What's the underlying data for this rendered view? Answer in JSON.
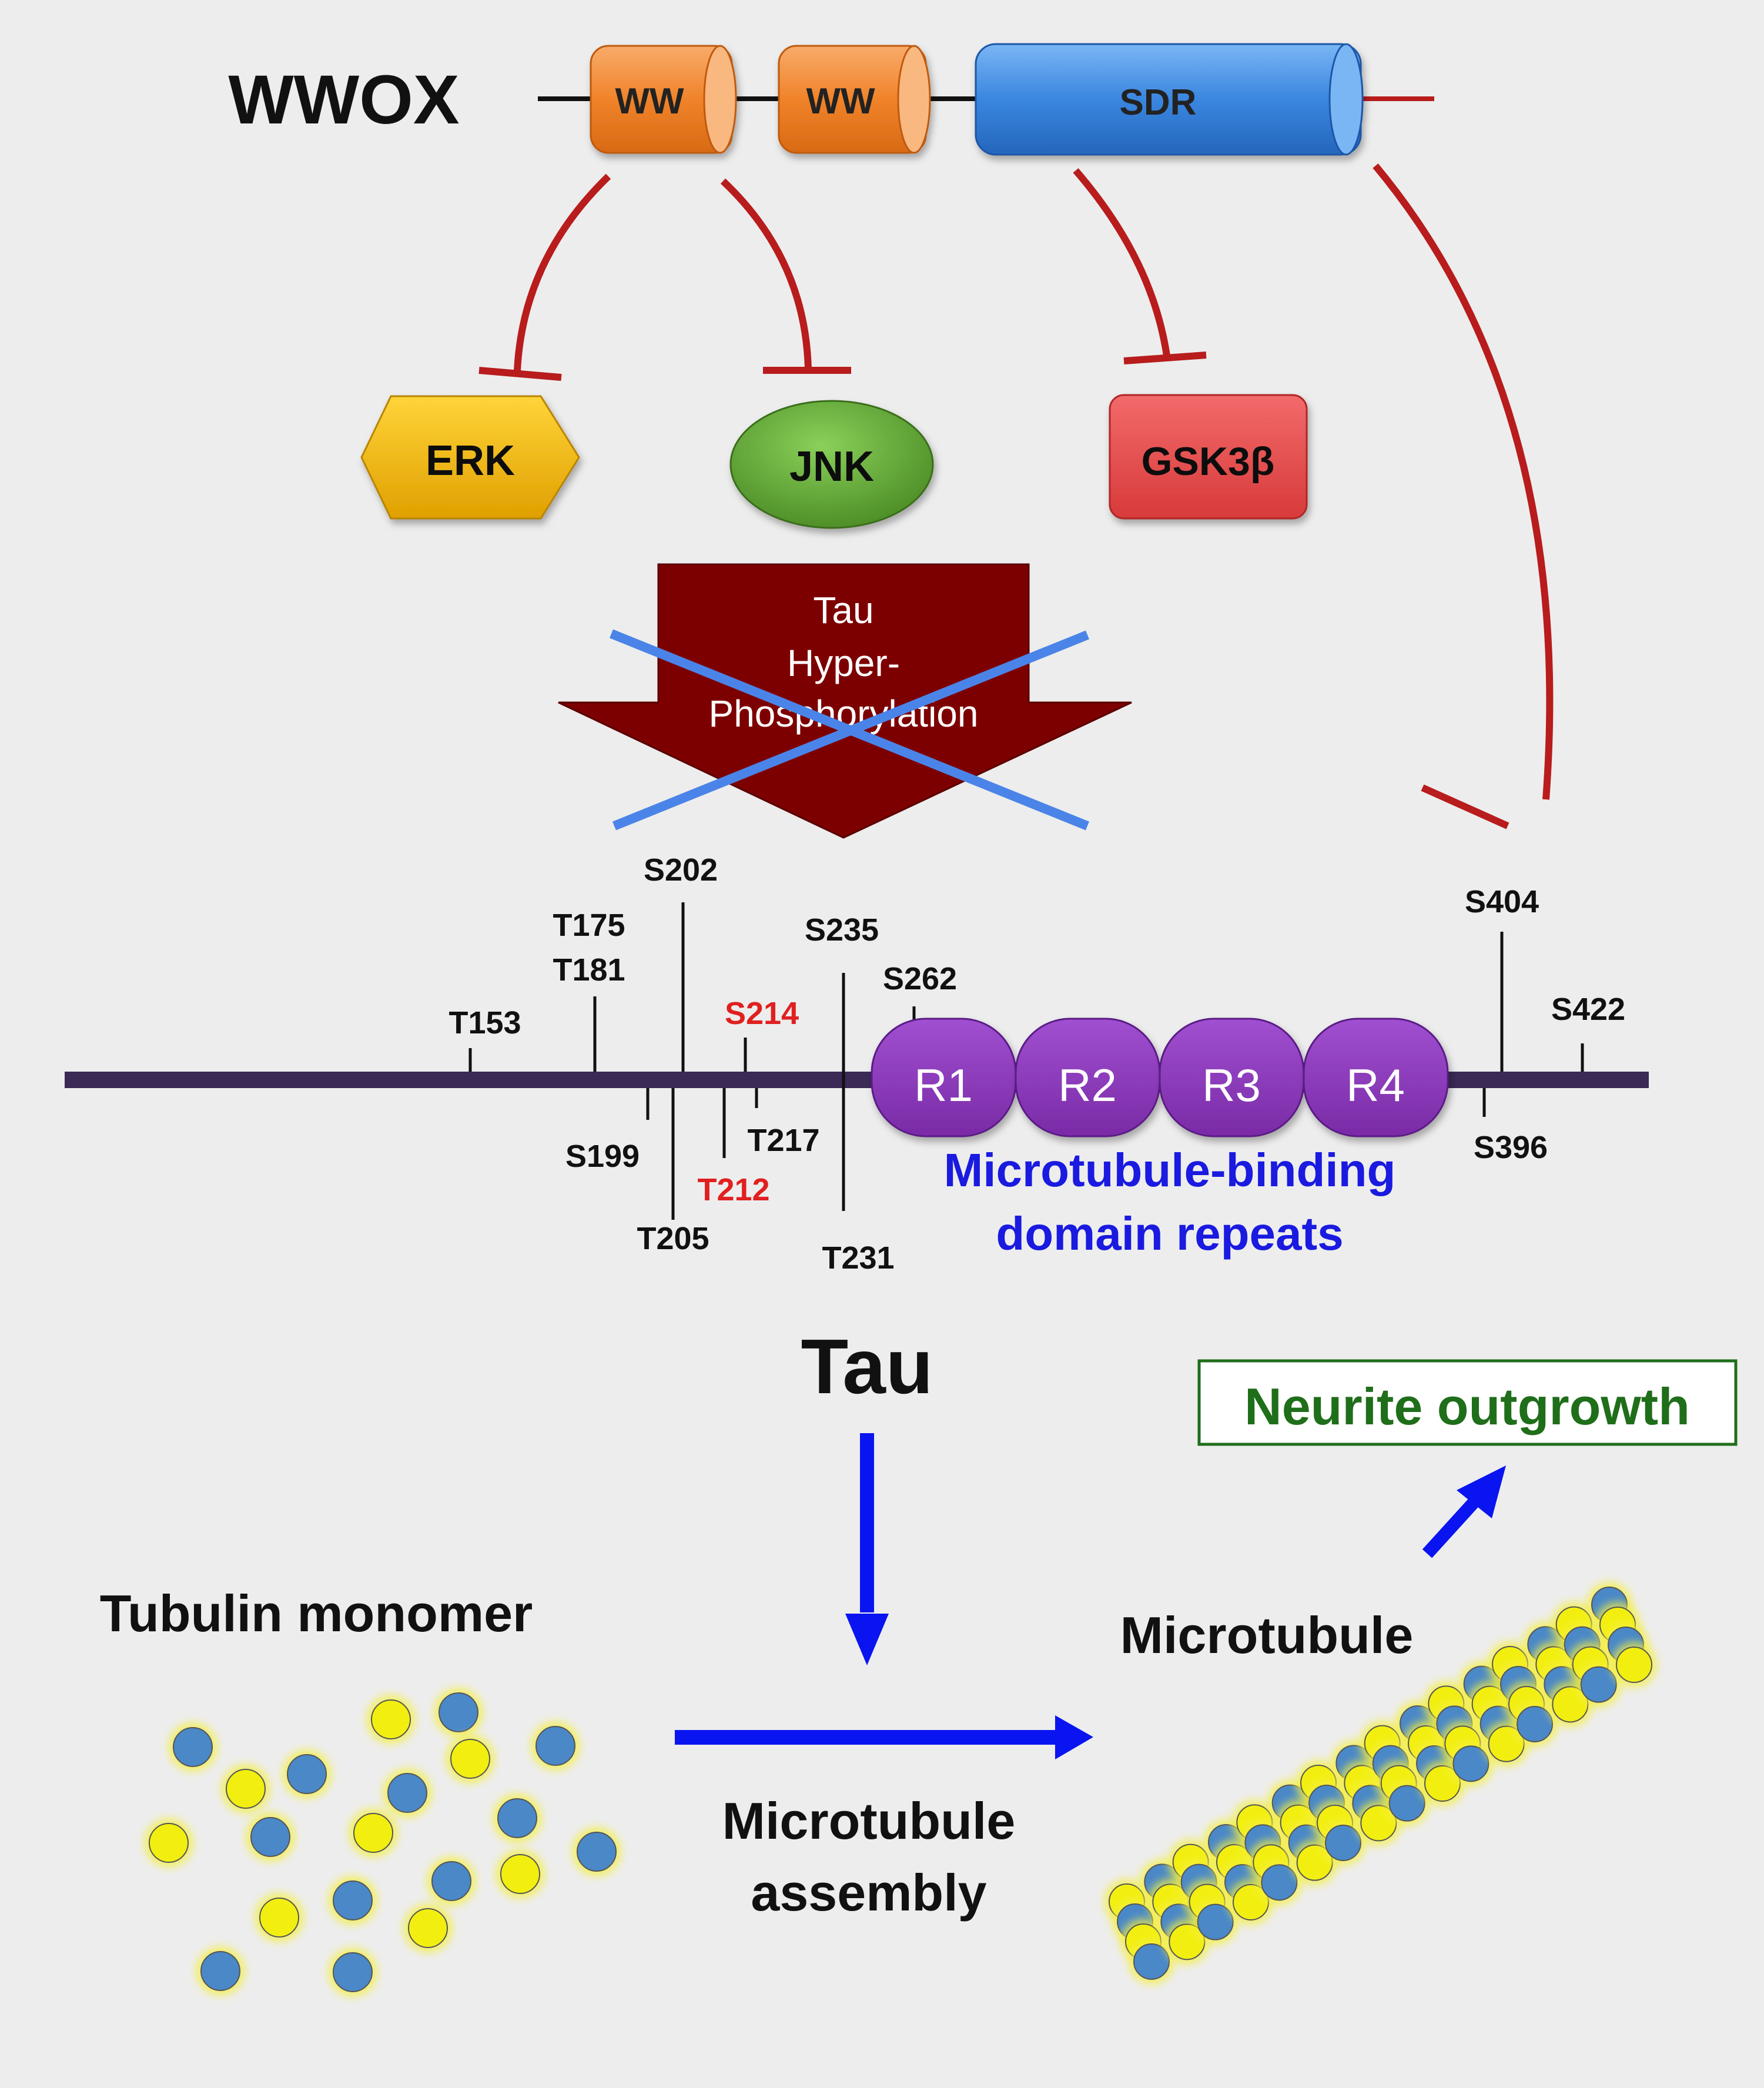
{
  "wwox": {
    "name": "WWOX",
    "domains": [
      "WW",
      "WW",
      "SDR"
    ]
  },
  "kinases": {
    "erk": "ERK",
    "jnk": "JNK",
    "gsk": "GSK3β"
  },
  "hyperphosphorylation": {
    "line1": "Tau",
    "line2": "Hyper-",
    "line3": "Phosphorylation"
  },
  "tau_sites": {
    "above": [
      "T153",
      "T175",
      "T181",
      "S202",
      "S214",
      "S235",
      "S262",
      "S404",
      "S422"
    ],
    "below": [
      "S199",
      "T205",
      "T212",
      "T217",
      "T231",
      "S396"
    ],
    "highlighted": [
      "S214",
      "T212"
    ]
  },
  "repeats": [
    "R1",
    "R2",
    "R3",
    "R4"
  ],
  "mbd_label": {
    "line1": "Microtubule-binding",
    "line2": "domain repeats"
  },
  "tau_label": "Tau",
  "outcome": "Neurite outgrowth",
  "tubulin_label": "Tubulin monomer",
  "microtubule_label": "Microtubule",
  "assembly_label": {
    "line1": "Microtubule",
    "line2": "assembly"
  },
  "colors": {
    "background": "#ededed",
    "ww_domain": "#f0832a",
    "sdr_domain": "#3a86e0",
    "inhibition": "#b81c1c",
    "erk": "#f2b800",
    "jnk": "#5fa532",
    "gsk": "#e04848",
    "arrow_hyper": "#7d0000",
    "cross": "#4b84e8",
    "tau_line": "#3a2a55",
    "repeat": "#8a3ab8",
    "highlight_site": "#e02020",
    "mbd_label": "#1a1ae0",
    "flow_arrow": "#0a14f0",
    "outcome": "#1f6e1a",
    "tubulin_blue": "#4a88c8",
    "tubulin_yellow": "#f2ef10"
  }
}
